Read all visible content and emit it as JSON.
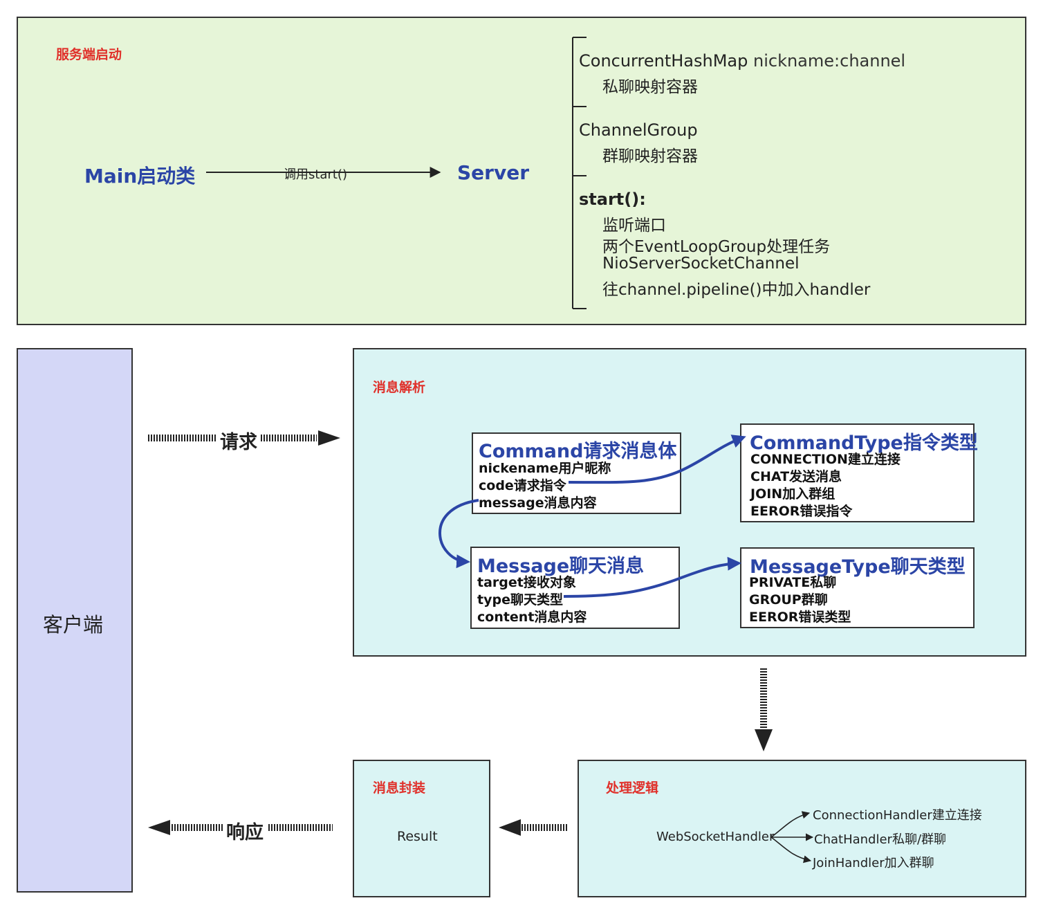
{
  "server_panel": {
    "title": "服务端启动",
    "main_label": "Main启动类",
    "arrow_label": "调用start()",
    "server_label": "Server",
    "concurrent_map": "ConcurrentHashMap",
    "concurrent_map_value": "nickname:channel",
    "concurrent_map_desc": "私聊映射容器",
    "channel_group": "ChannelGroup",
    "channel_group_desc": "群聊映射容器",
    "start_label": "start():",
    "start_items": [
      "监听端口",
      "两个EventLoopGroup处理任务",
      "NioServerSocketChannel",
      "往channel.pipeline()中加入handler"
    ]
  },
  "client_label": "客户端",
  "request_label": "请求",
  "response_label": "响应",
  "parse_panel": {
    "title": "消息解析",
    "command": {
      "title": "Command请求消息体",
      "fields": [
        "nickename用户昵称",
        "code请求指令",
        "message消息内容"
      ]
    },
    "command_type": {
      "title": "CommandType指令类型",
      "fields": [
        "CONNECTION建立连接",
        "CHAT发送消息",
        "JOIN加入群组",
        "EEROR错误指令"
      ]
    },
    "message": {
      "title": "Message聊天消息",
      "fields": [
        "target接收对象",
        "type聊天类型",
        "content消息内容"
      ]
    },
    "message_type": {
      "title": "MessageType聊天类型",
      "fields": [
        "PRIVATE私聊",
        "GROUP群聊",
        "EEROR错误类型"
      ]
    }
  },
  "wrap_panel": {
    "title": "消息封装",
    "result": "Result"
  },
  "logic_panel": {
    "title": "处理逻辑",
    "root": "WebSocketHandler",
    "handlers": [
      "ConnectionHandler建立连接",
      "ChatHandler私聊/群聊",
      "JoinHandler加入群聊"
    ]
  },
  "colors": {
    "server_bg": "#e6f5d8",
    "client_bg": "#d4d7f7",
    "panel_bg": "#daf4f4",
    "accent_blue": "#2b45a6",
    "title_red": "#e0302a"
  }
}
